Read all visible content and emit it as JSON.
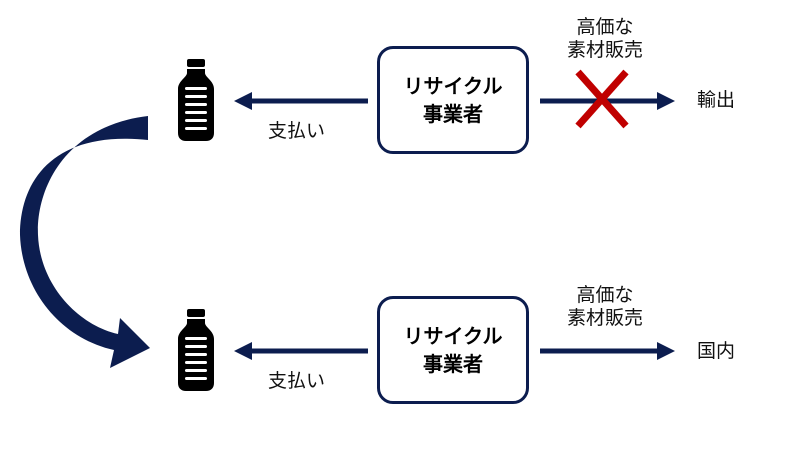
{
  "colors": {
    "navy": "#0c1d4f",
    "cross": "#c00000"
  },
  "top_row": {
    "box_line1": "リサイクル",
    "box_line2": "事業者",
    "payment": "支払い",
    "material_line1": "高価な",
    "material_line2": "素材販売",
    "destination": "輸出",
    "blocked": true
  },
  "bottom_row": {
    "box_line1": "リサイクル",
    "box_line2": "事業者",
    "payment": "支払い",
    "material_line1": "高価な",
    "material_line2": "素材販売",
    "destination": "国内",
    "blocked": false
  }
}
